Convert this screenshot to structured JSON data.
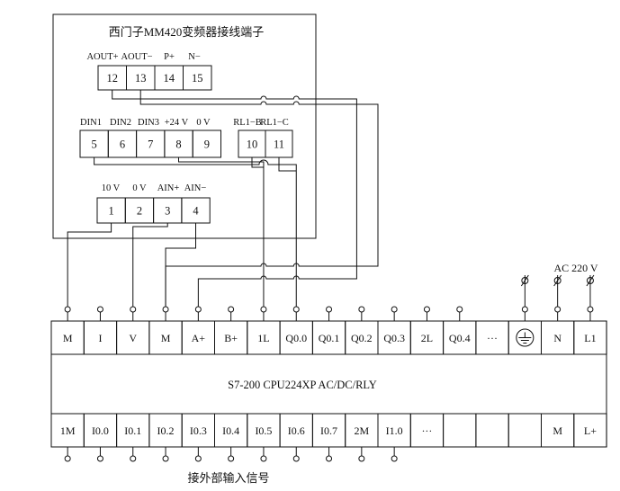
{
  "vfd": {
    "title": "西门子MM420变频器接线端子",
    "group_output": {
      "labels": [
        "AOUT+",
        "AOUT−",
        "P+",
        "N−"
      ],
      "terminals": [
        "12",
        "13",
        "14",
        "15"
      ]
    },
    "group_digital": {
      "labels": [
        "DIN1",
        "DIN2",
        "DIN3",
        "+24 V",
        "0 V"
      ],
      "terminals": [
        "5",
        "6",
        "7",
        "8",
        "9"
      ]
    },
    "group_relay": {
      "labels": [
        "RL1−B",
        "RL1−C"
      ],
      "terminals": [
        "10",
        "11"
      ]
    },
    "group_analog": {
      "labels": [
        "10 V",
        "0 V",
        "AIN+",
        "AIN−"
      ],
      "terminals": [
        "1",
        "2",
        "3",
        "4"
      ]
    }
  },
  "plc": {
    "model": "S7-200 CPU224XP AC/DC/RLY",
    "top_terminals": [
      "M",
      "I",
      "V",
      "M",
      "A+",
      "B+",
      "1L",
      "Q0.0",
      "Q0.1",
      "Q0.2",
      "Q0.3",
      "2L",
      "Q0.4",
      "···",
      "earth",
      "N",
      "L1"
    ],
    "bottom_terminals": [
      "1M",
      "I0.0",
      "I0.1",
      "I0.2",
      "I0.3",
      "I0.4",
      "I0.5",
      "I0.6",
      "I0.7",
      "2M",
      "I1.0",
      "···",
      "",
      "",
      "",
      "M",
      "L+"
    ],
    "supply_label": "AC 220 V",
    "input_label": "接外部输入信号"
  }
}
